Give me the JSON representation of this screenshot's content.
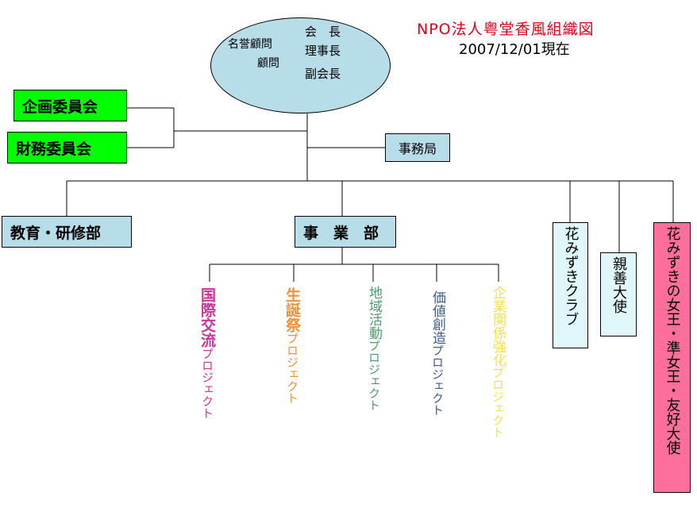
{
  "title": "NPO法人粤堂香風組織図",
  "date": "2007/12/01現在",
  "top": {
    "honorary_advisor": "名誉顧問",
    "advisor": "顧問",
    "chairman": "会　長",
    "director": "理事長",
    "vice_chairman": "副会長"
  },
  "committees": [
    "企画委員会",
    "財務委員会"
  ],
  "office": "事務局",
  "departments": {
    "education": "教育・研修部",
    "business": "事　業　部"
  },
  "projects": [
    {
      "head": "国際交流",
      "tail": "プロジェクト",
      "color": "#cc3399"
    },
    {
      "head": "生誕祭",
      "tail": "プロジェクト",
      "color": "#f0913a"
    },
    {
      "head": "地域活動",
      "tail": "プロジェクト",
      "color": "#4f9a6b"
    },
    {
      "head": "価値創造",
      "tail": "プロジェクト",
      "color": "#3c5b8c"
    },
    {
      "head": "企業関係強化",
      "tail": "プロジェクト",
      "color": "#f2e24a"
    }
  ],
  "side_units": [
    {
      "label": "花みずきクラブ",
      "color": "#dff6fa"
    },
    {
      "label": "親善大使",
      "color": "#dff6fa"
    },
    {
      "label": "花みずきの女王・準女王・友好大使",
      "color": "#ff6f9c"
    }
  ]
}
